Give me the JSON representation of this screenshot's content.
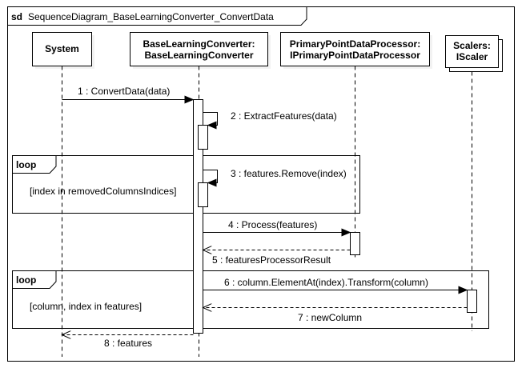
{
  "frame": {
    "keyword": "sd",
    "name": "SequenceDiagram_BaseLearningConverter_ConvertData"
  },
  "lifelines": {
    "system": {
      "line1": "System"
    },
    "converter": {
      "line1": "BaseLearningConverter:",
      "line2": "BaseLearningConverter"
    },
    "processor": {
      "line1": "PrimaryPointDataProcessor:",
      "line2": "IPrimaryPointDataProcessor"
    },
    "scalers": {
      "line1": "Scalers:",
      "line2": "IScaler"
    }
  },
  "messages": [
    "1 : ConvertData(data)",
    "2 : ExtractFeatures(data)",
    "3 : features.Remove(index)",
    "4 : Process(features)",
    "5 : featuresProcessorResult",
    "6 : column.ElementAt(index).Transform(column)",
    "7 : newColumn",
    "8 : features"
  ],
  "fragments": [
    {
      "operator": "loop",
      "guard": "[index in removedColumnsIndices]"
    },
    {
      "operator": "loop",
      "guard": "[column, index in features]"
    }
  ]
}
